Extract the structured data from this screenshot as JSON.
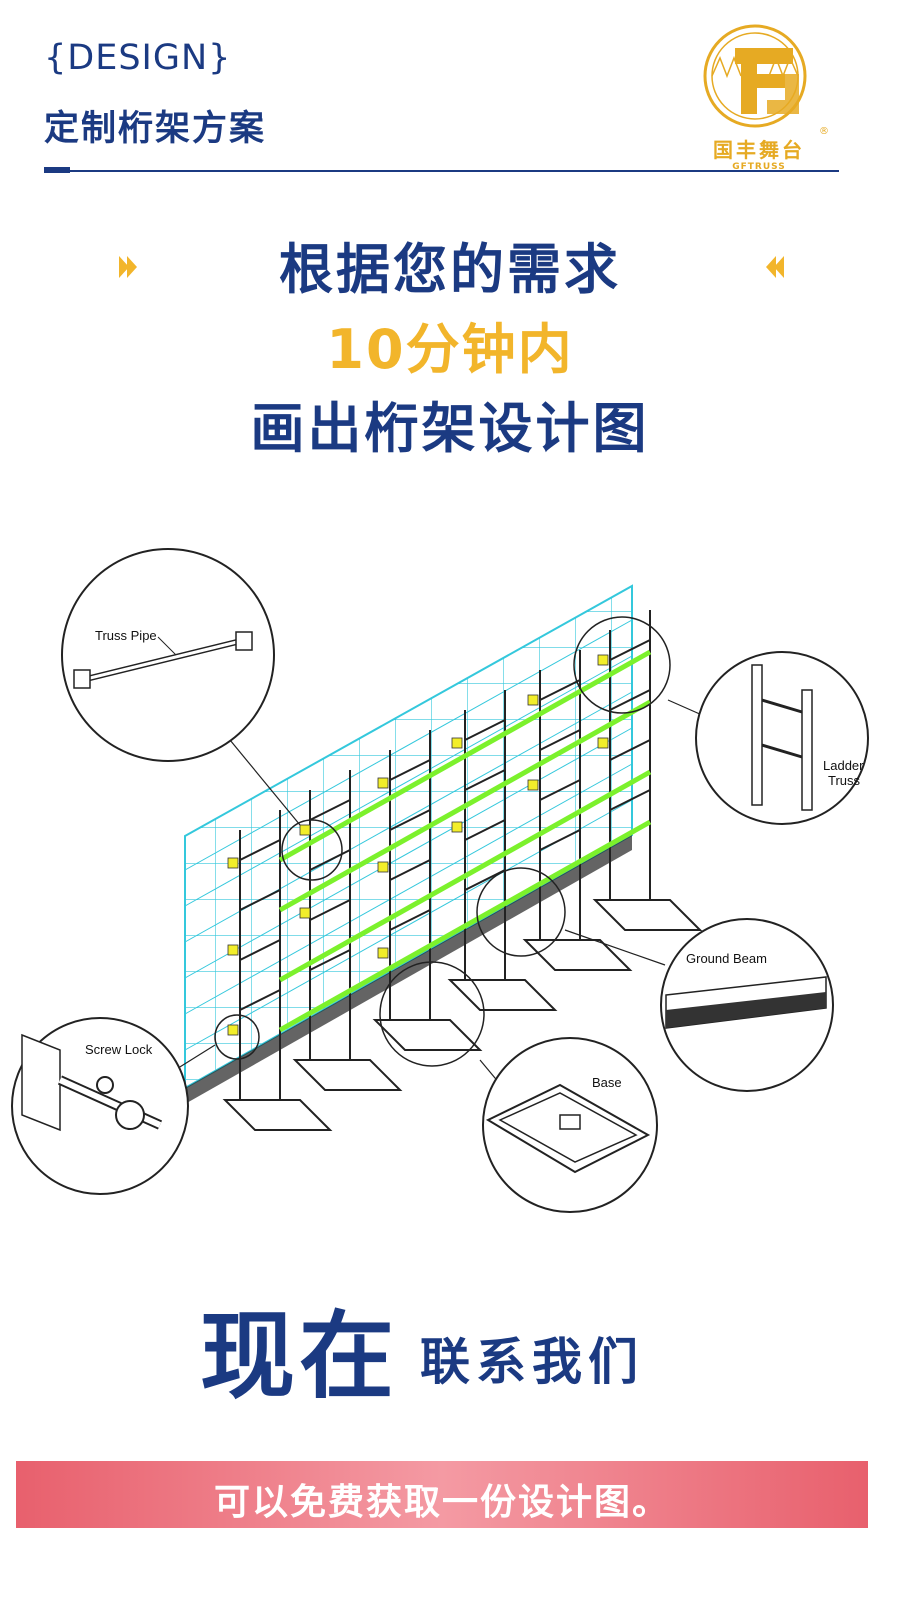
{
  "header": {
    "design_tag": "{DESIGN}",
    "subtitle": "定制桁架方案",
    "logo_cn": "国丰舞台",
    "logo_en": "GFTRUSS",
    "logo_reg": "®"
  },
  "headline": {
    "line1": "根据您的需求",
    "line2": "10分钟内",
    "line3": "画出桁架设计图"
  },
  "illustration": {
    "labels": {
      "truss_pipe": "Truss Pipe",
      "ladder_truss_1": "Ladder",
      "ladder_truss_2": "Truss",
      "ground_beam": "Ground Beam",
      "screw_lock": "Screw Lock",
      "base": "Base"
    }
  },
  "cta": {
    "now": "现在",
    "contact": "联系我们",
    "banner": "可以免费获取一份设计图。"
  },
  "colors": {
    "navy": "#1b3a82",
    "gold": "#f2b52b",
    "banner": "#f08a93",
    "grid": "#34c8dc",
    "pipe_green": "#7cf12c",
    "clamp_yellow": "#f2ee2a"
  }
}
